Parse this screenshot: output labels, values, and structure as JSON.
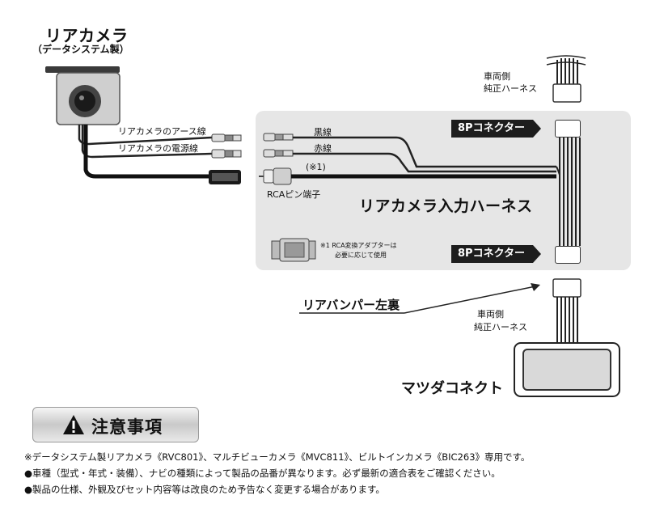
{
  "camera": {
    "title": "リアカメラ",
    "subtitle": "（データシステム製）"
  },
  "camera_wires": {
    "ground": "リアカメラのアース線",
    "power": "リアカメラの電源線"
  },
  "harness_wires": {
    "black": "黒線",
    "red": "赤線",
    "note_marker": "(※1)"
  },
  "rca_terminal": "RCAピン端子",
  "harness_name": "リアカメラ入力ハーネス",
  "adapter_note": {
    "line1": "※1  RCA変換アダプターは",
    "line2": "必要に応じて使用"
  },
  "connector_label": "8Pコネクター",
  "vehicle_harness_top": {
    "line1": "車両側",
    "line2": "純正ハーネス"
  },
  "vehicle_harness_bottom": {
    "line1": "車両側",
    "line2": "純正ハーネス"
  },
  "bumper_label": "リアバンパー左裏",
  "mazda_connect": "マツダコネクト",
  "notice": {
    "title": "注意事項",
    "lines": [
      "※データシステム製リアカメラ《RVC801》、マルチビューカメラ《MVC811》、ビルトインカメラ《BIC263》専用です。",
      "●車種（型式・年式・装備）、ナビの種類によって製品の品番が異なります。必ず最新の適合表をご確認ください。",
      "●製品の仕様、外観及びセット内容等は改良のため予告なく変更する場合があります。"
    ]
  },
  "icons": {
    "warning": "warning-triangle-icon"
  }
}
